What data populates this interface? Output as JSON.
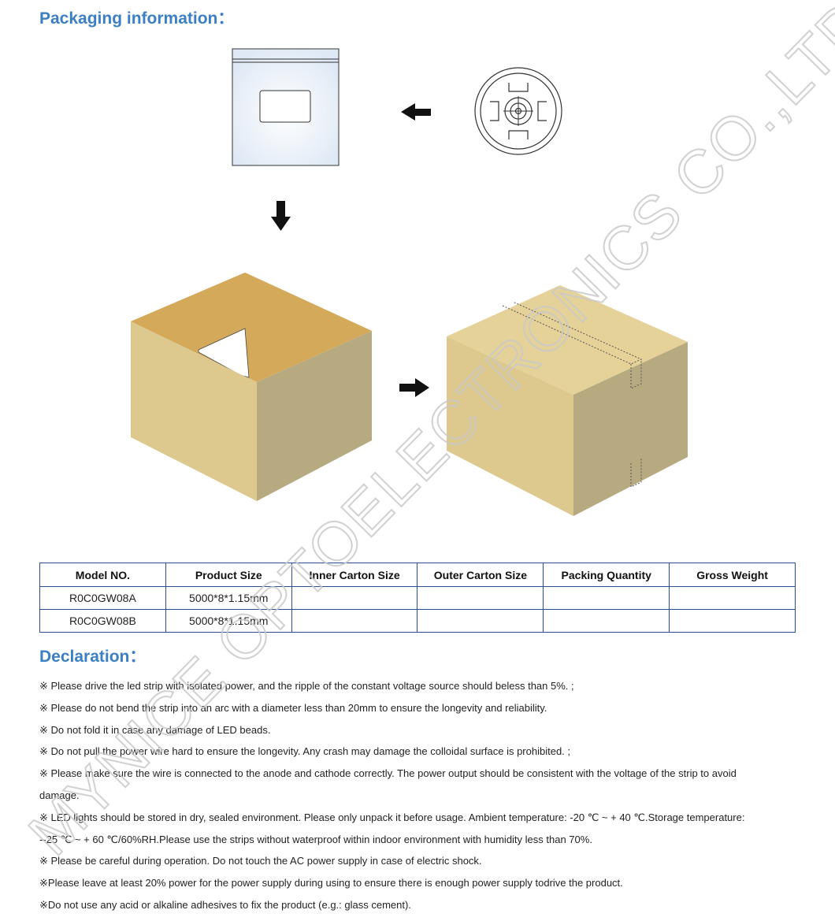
{
  "sections": {
    "packaging_title": "Packaging information：",
    "declaration_title": "Declaration："
  },
  "table": {
    "headers": [
      "Model NO.",
      "Product Size",
      "Inner Carton Size",
      "Outer Carton Size",
      "Packing Quantity",
      "Gross Weight"
    ],
    "rows": [
      [
        "R0C0GW08A",
        "5000*8*1.15mm",
        "",
        "",
        "",
        ""
      ],
      [
        "R0C0GW08B",
        "5000*8*1.15mm",
        "",
        "",
        "",
        ""
      ]
    ]
  },
  "declaration_lines": [
    "※  Please drive the led strip with isolated power, and the ripple of the constant voltage source should beless than 5%. ;",
    "※  Please do not bend the strip into an arc with a diameter less than 20mm to ensure the longevity and reliability.",
    "※  Do not fold it in case any damage of LED beads.",
    "※  Do not pull the power wire hard to ensure the longevity. Any crash may damage the colloidal surface is prohibited. ;",
    "※  Please make sure the wire is connected to the anode and cathode correctly. The power output should be consistent with the voltage of the strip to avoid",
    "damage.",
    "※    LED lights should be stored in dry, sealed environment. Please only unpack it before usage. Ambient temperature: -20  ℃  ~ + 40  ℃.Storage temperature:",
    "--25  ℃  ~ + 60  ℃/60%RH.Please use the strips without waterproof within indoor environment with humidity less than 70%.",
    "※  Please be careful during operation. Do not touch the AC power supply in case of electric shock.",
    "※Please leave at least 20% power for the power supply during using to ensure there is enough power supply todrive the product.",
    "※Do not use any acid or alkaline adhesives to fix the product (e.g.: glass cement)."
  ],
  "watermark": "MYNICE OPTOELECTRONICS CO.,LTD",
  "colors": {
    "title_blue": "#3b7fc4",
    "table_border": "#2b4f8a",
    "carton_top": "#e5d299",
    "carton_left": "#ddc98e",
    "carton_right": "#b8aa80"
  }
}
